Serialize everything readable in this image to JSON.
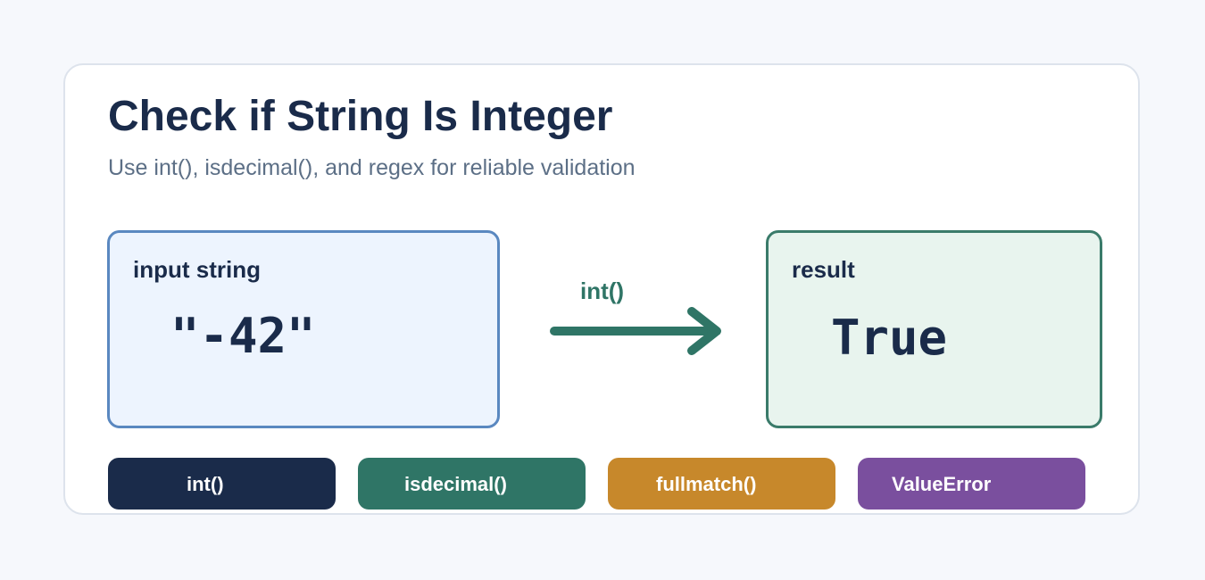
{
  "header": {
    "title": "Check if String Is Integer",
    "subtitle": "Use int(), isdecimal(), and regex for reliable validation"
  },
  "input_box": {
    "label": "input string",
    "value": "\"-42\""
  },
  "operation": {
    "label": "int()"
  },
  "result_box": {
    "label": "result",
    "value": "True"
  },
  "pills": [
    {
      "label": "int()",
      "color": "#1a2b4a"
    },
    {
      "label": "isdecimal()",
      "color": "#2f7566"
    },
    {
      "label": "fullmatch()",
      "color": "#c7882b"
    },
    {
      "label": "ValueError",
      "color": "#7a4f9e"
    }
  ],
  "colors": {
    "accent_green": "#2f7566",
    "input_border": "#5a88c0",
    "result_border": "#3a7b6a"
  }
}
